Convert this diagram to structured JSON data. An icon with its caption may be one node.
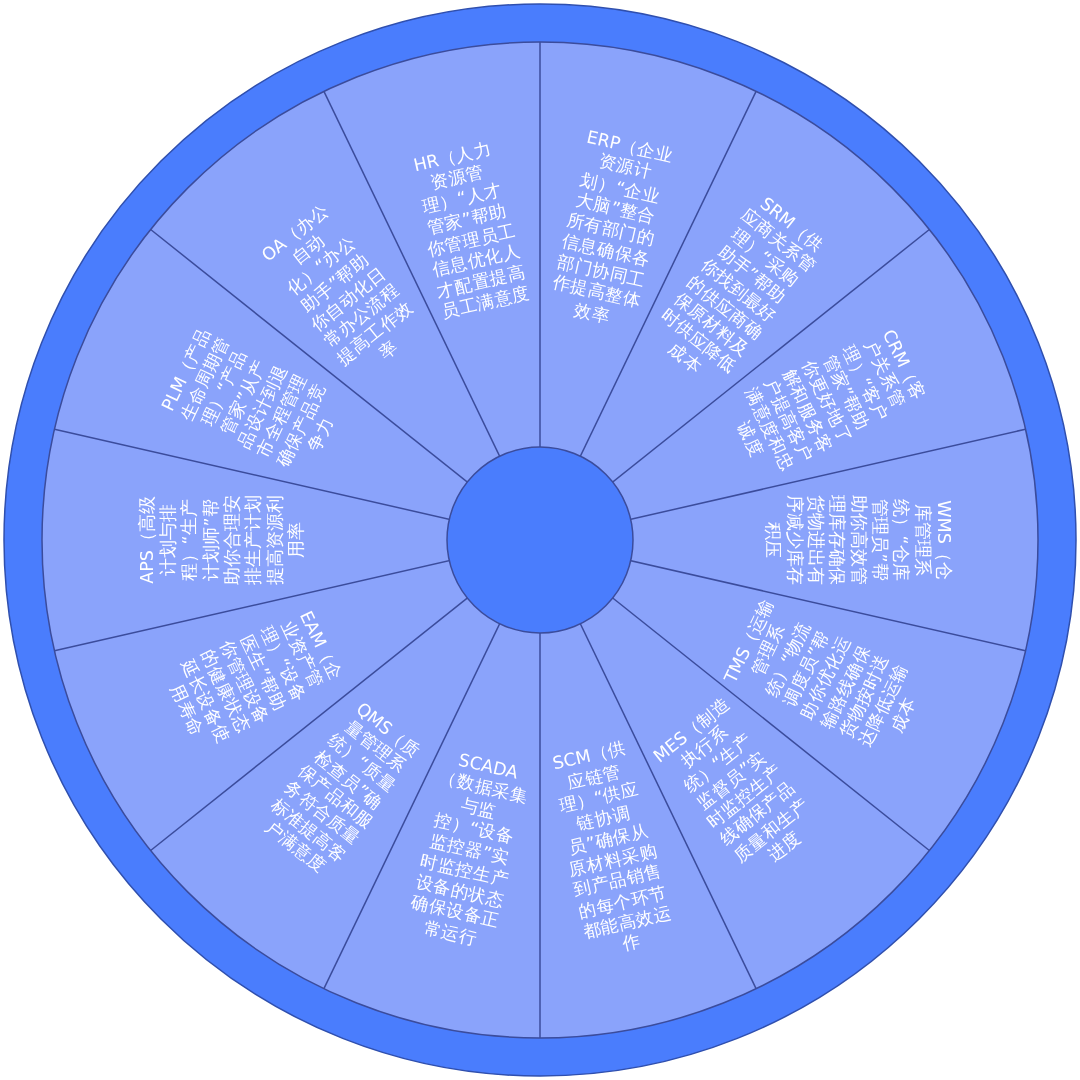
{
  "diagram": {
    "nodes": [
      {
        "text": [],
        "shape": "circle"
      },
      {
        "text": [
          "ERP（企业资源计划）“企业大脑”整合所有部门的信息确保各部门协同工作提高整体效率"
        ],
        "in": 0
      },
      {
        "text": [
          "SRM（供应商关系管理）“采购助手”帮助你找到最好的供应商确保原材料及时供应降低成本"
        ],
        "in": 0
      },
      {
        "text": [
          "CRM（客户关系管理）“客户管家”帮助你更好地了解和服务客户提高客户满意度和忠诚度"
        ],
        "in": 0
      },
      {
        "text": [
          "WMS（仓库管理系统）“仓库管理员”帮助你高效管理库存确保货物进出有序减少库存积压"
        ],
        "in": 0
      },
      {
        "text": [
          "TMS（运输管理系统）“物流调度员”帮助你优化运输路线确保货物按时送达降低运输成本"
        ],
        "in": 0
      },
      {
        "text": [
          "MES（制造执行系统）“生产监督员”实时监控生产线确保产品质量和生产进度"
        ],
        "in": 0
      },
      {
        "text": [
          "SCM（供应链管理）“供应链协调员”确保从原材料采购到产品销售的每个环节都能高效运作"
        ],
        "in": 0
      },
      {
        "text": [
          "SCADA（数据采集与监控）“设备监控器”实时监控生产设备的状态确保设备正常运行"
        ],
        "in": 0
      },
      {
        "text": [
          "QMS（质量管理系统）“质量检查员”确保产品和服务符合质量标准提高客户满意度"
        ],
        "in": 0
      },
      {
        "text": [
          "EAM（企业资产管理）“设备医生”帮助你管理设备的健康状态延长设备使用寿命"
        ],
        "in": 0
      },
      {
        "text": [
          "APS（高级计划与排程）“生产计划师”帮助你合理安排生产计划提高资源利用率"
        ],
        "in": 0
      },
      {
        "text": [
          "PLM（产品生命周期管理）“产品管家”从产品设计到退市全程管理确保产品竞争力"
        ],
        "in": 0
      },
      {
        "text": [
          "OA（办公自动化）“办公助手”帮助你自动化日常办公流程提高工作效率"
        ],
        "in": 0
      },
      {
        "text": [
          "HR（人力资源管理）“人才管家”帮助你管理员工信息优化人才配置提高员工满意度"
        ],
        "in": 0
      },
      {
        "text": [],
        "shape": "circle",
        "in": 0
      }
    ]
  }
}
